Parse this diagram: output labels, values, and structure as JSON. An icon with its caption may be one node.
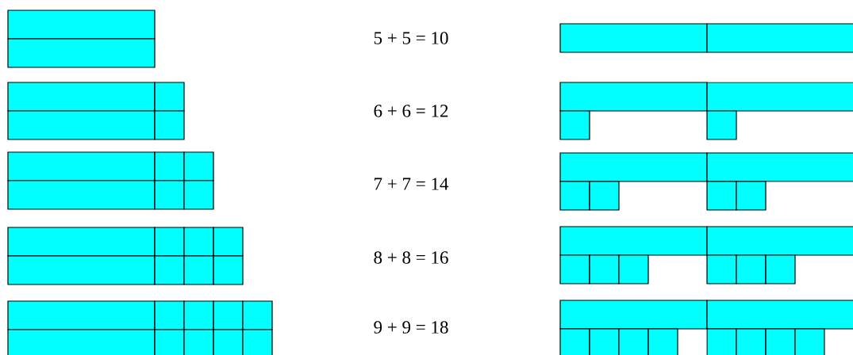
{
  "diagram": {
    "labels": [
      "5 + 5 = 10",
      "6 + 6 = 12",
      "7 + 7 = 14",
      "8 + 8 = 16",
      "9 + 9 = 18"
    ]
  }
}
